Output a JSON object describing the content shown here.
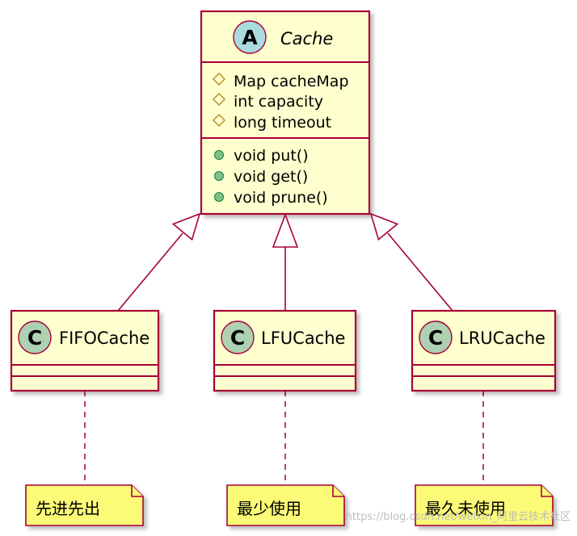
{
  "colors": {
    "class_fill": "#FEFECE",
    "class_border": "#A80036",
    "note_fill": "#FBFB77",
    "note_border": "#A80036",
    "abstract_badge": "#A9DCDF",
    "class_badge": "#ADD1B2",
    "public_dot": "#84BE84",
    "protected_icon": "#B38D22",
    "shadow": "#CCCCCC"
  },
  "abstract_class": {
    "badge": "A",
    "name": "Cache",
    "attributes": [
      {
        "visibility": "protected",
        "text": "Map cacheMap"
      },
      {
        "visibility": "protected",
        "text": "int capacity"
      },
      {
        "visibility": "protected",
        "text": "long timeout"
      }
    ],
    "methods": [
      {
        "visibility": "public",
        "text": "void put()"
      },
      {
        "visibility": "public",
        "text": "void get()"
      },
      {
        "visibility": "public",
        "text": "void prune()"
      }
    ]
  },
  "classes": [
    {
      "badge": "C",
      "name": "FIFOCache",
      "note": "先进先出"
    },
    {
      "badge": "C",
      "name": "LFUCache",
      "note": "最少使用"
    },
    {
      "badge": "C",
      "name": "LRUCache",
      "note": "最久未使用"
    }
  ],
  "watermark": "https://blog.csdn.net/weixin_阿里云技术社区"
}
